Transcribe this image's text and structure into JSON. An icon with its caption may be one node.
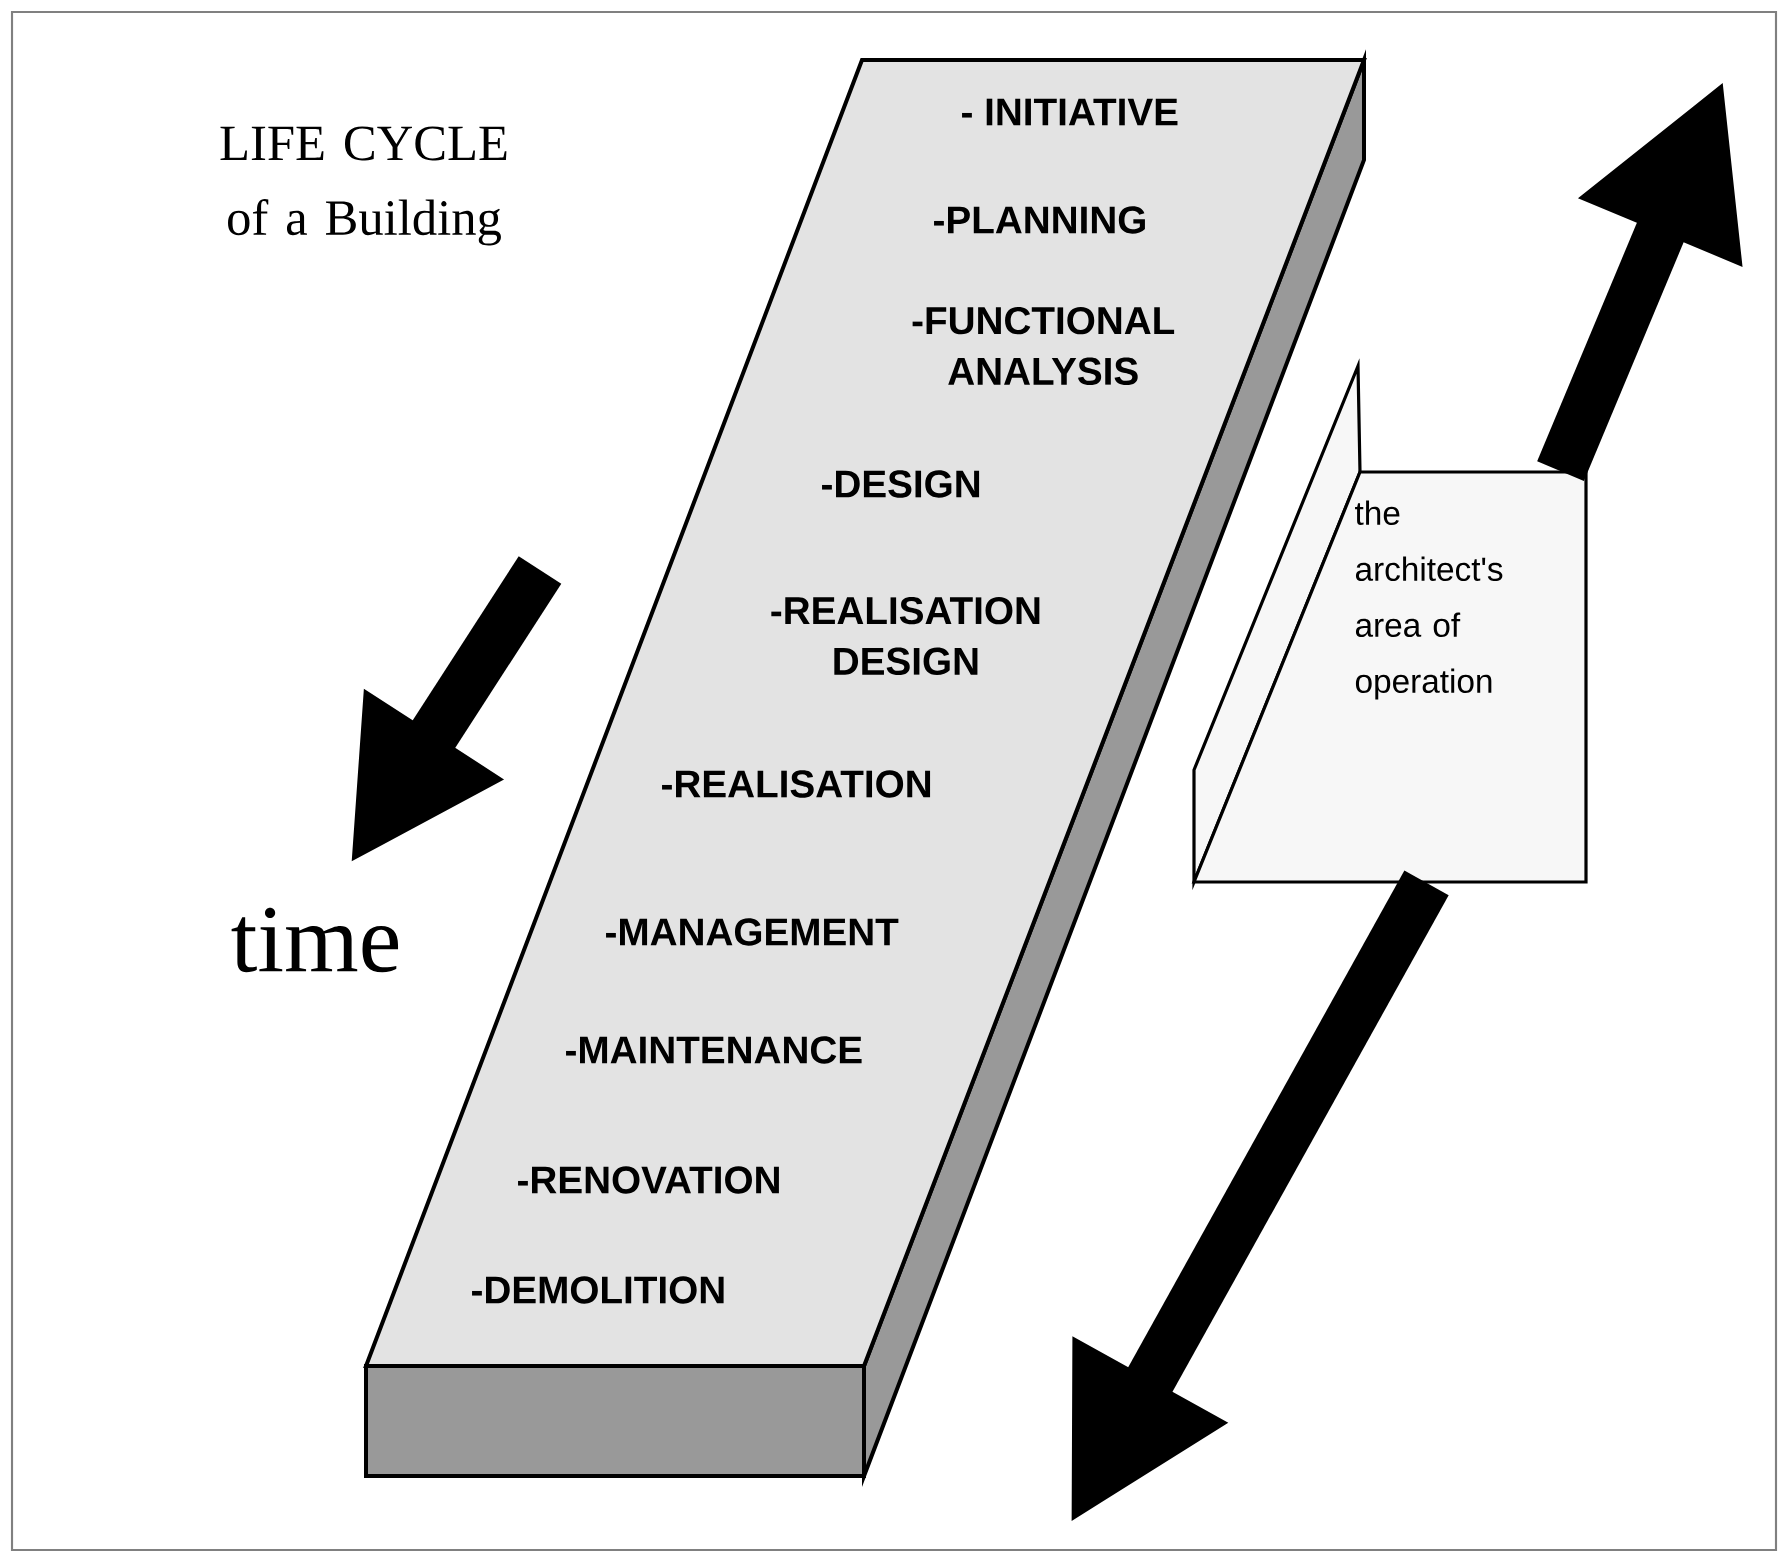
{
  "diagram": {
    "title": "LIFE CYCLE of a Building",
    "nodes": [
      {
        "text": [
          "- INITIATIVE",
          "-PLANNING",
          "-FUNCTIONAL ANALYSIS",
          "-DESIGN",
          "-REALISATION DESIGN",
          "-REALISATION",
          "-MANAGEMENT",
          "-MAINTENANCE",
          "-RENOVATION",
          "-DEMOLITION"
        ]
      },
      {
        "text": [
          "the architect's area of operation"
        ]
      }
    ],
    "edges": [
      {
        "from": 1,
        "to": null,
        "arrow": "to"
      },
      {
        "from": 1,
        "to": null,
        "arrow": "to"
      }
    ],
    "labels": [
      "time"
    ]
  }
}
